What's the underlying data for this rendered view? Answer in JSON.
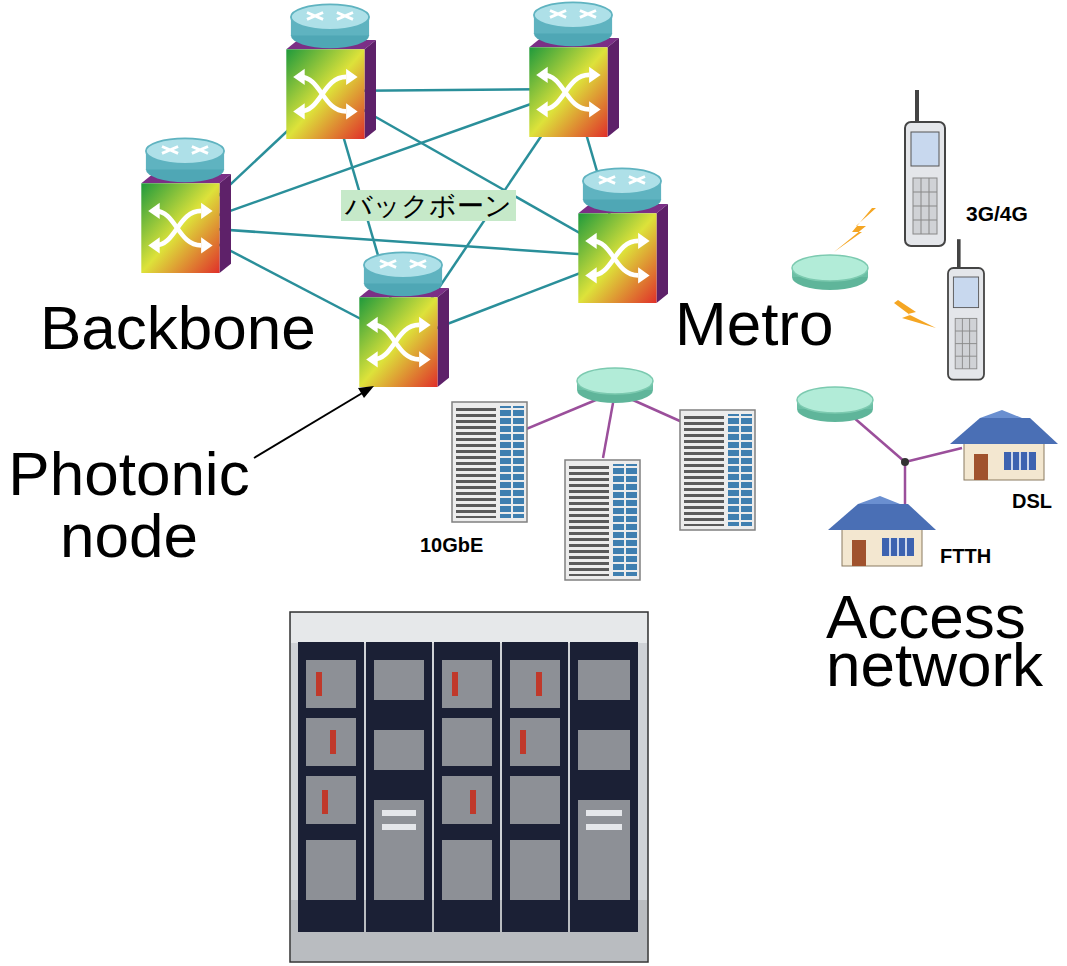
{
  "diagram": {
    "nodes": [
      {
        "text": [
          "バックボーン",
          "Backbone"
        ]
      },
      {
        "text": [
          "Metro"
        ]
      }
    ],
    "labels": [
      "Photonic node",
      "3G/4G",
      "10GbE",
      "DSL",
      "FTTH",
      "Access network"
    ]
  }
}
